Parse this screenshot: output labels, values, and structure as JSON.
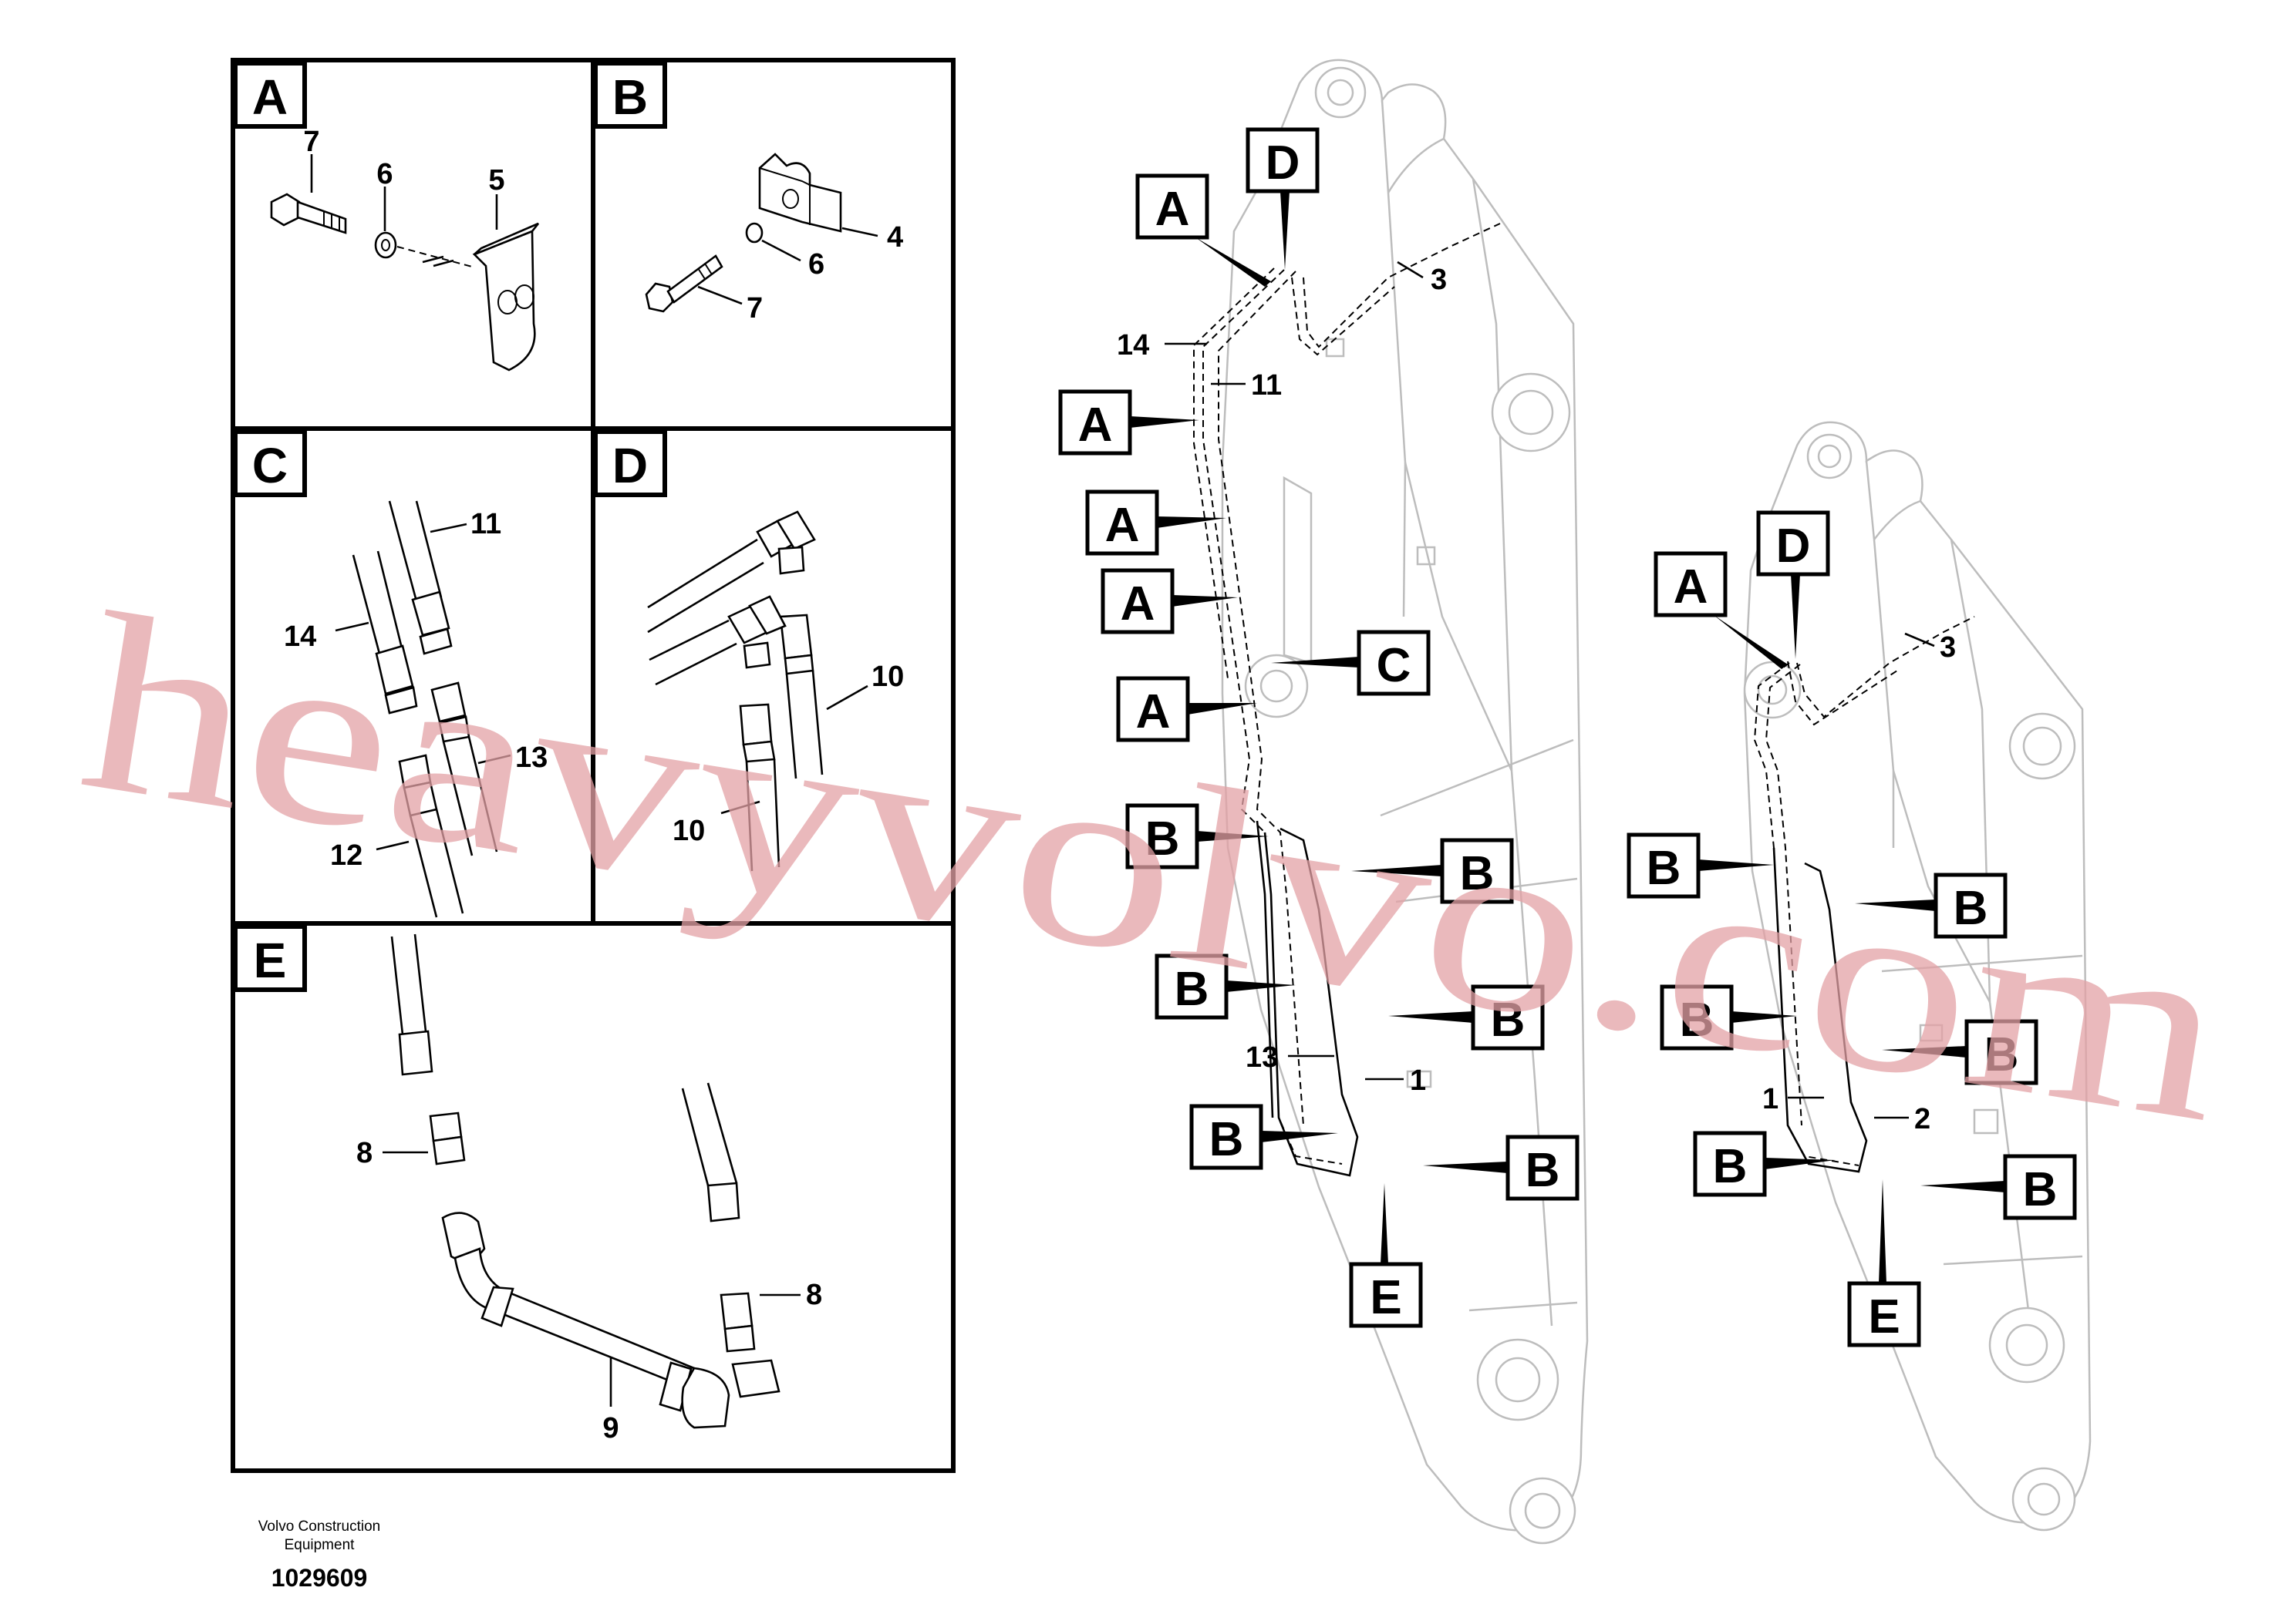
{
  "panels": [
    {
      "id": "A",
      "letter": "A",
      "callouts": [
        "7",
        "6",
        "5"
      ]
    },
    {
      "id": "B",
      "letter": "B",
      "callouts": [
        "4",
        "6",
        "7"
      ]
    },
    {
      "id": "C",
      "letter": "C",
      "callouts": [
        "11",
        "14",
        "13",
        "12"
      ]
    },
    {
      "id": "D",
      "letter": "D",
      "callouts": [
        "10",
        "10"
      ]
    },
    {
      "id": "E",
      "letter": "E",
      "callouts": [
        "8",
        "8",
        "9"
      ]
    }
  ],
  "boom_left": {
    "letters": [
      "A",
      "D",
      "A",
      "A",
      "A",
      "C",
      "A",
      "B",
      "B",
      "B",
      "B",
      "B",
      "B",
      "E"
    ],
    "numbers": [
      "3",
      "14",
      "11",
      "13",
      "1"
    ]
  },
  "boom_right": {
    "letters": [
      "A",
      "D",
      "B",
      "B",
      "B",
      "B",
      "B",
      "B",
      "E"
    ],
    "numbers": [
      "3",
      "1",
      "2"
    ]
  },
  "footer": {
    "company_line1": "Volvo Construction",
    "company_line2": "Equipment",
    "drawing_number": "1029609"
  },
  "watermark": "heavyvolvo.com",
  "colors": {
    "line": "#000000",
    "boom_outline": "#bdbdbd",
    "watermark": "#e4a2a6",
    "background": "#ffffff"
  }
}
